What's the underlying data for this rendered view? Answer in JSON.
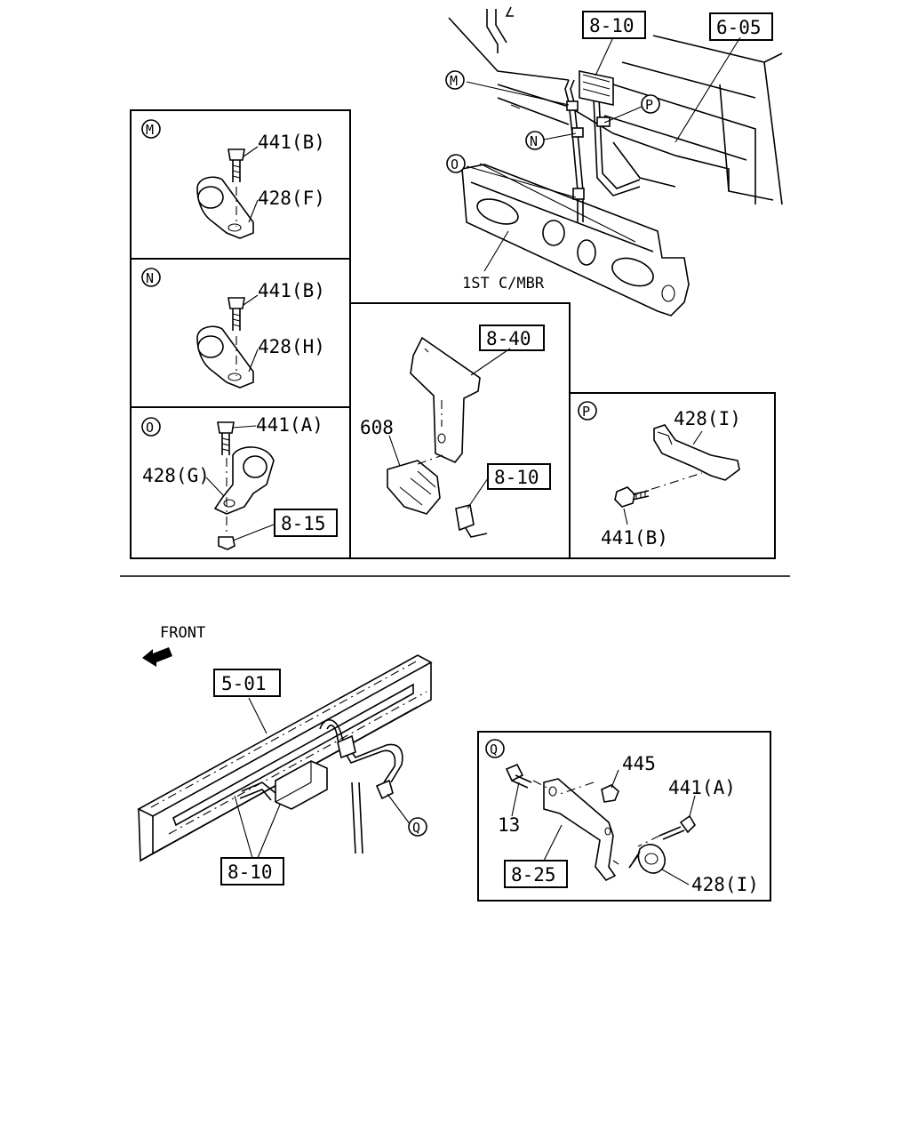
{
  "callouts": {
    "m": "M",
    "n": "N",
    "o": "O",
    "p": "P",
    "q": "Q"
  },
  "labels": {
    "ref_8_10_top": "8-10",
    "ref_6_05": "6-05",
    "first_cross_member": "1ST C/MBR",
    "m_bolt": "441(B)",
    "m_clip": "428(F)",
    "n_bolt": "441(B)",
    "n_clip": "428(H)",
    "o_bolt": "441(A)",
    "o_clip": "428(G)",
    "o_ref": "8-15",
    "ref_8_40": "8-40",
    "sensor": "608",
    "ref_8_10_mid": "8-10",
    "p_clip": "428(I)",
    "p_bolt": "441(B)",
    "front": "FRONT",
    "ref_5_01": "5-01",
    "ref_8_10_bottom": "8-10",
    "q_nut": "445",
    "q_bolt_a": "441(A)",
    "q_bolt_13": "13",
    "q_ref": "8-25",
    "q_clip": "428(I)"
  }
}
